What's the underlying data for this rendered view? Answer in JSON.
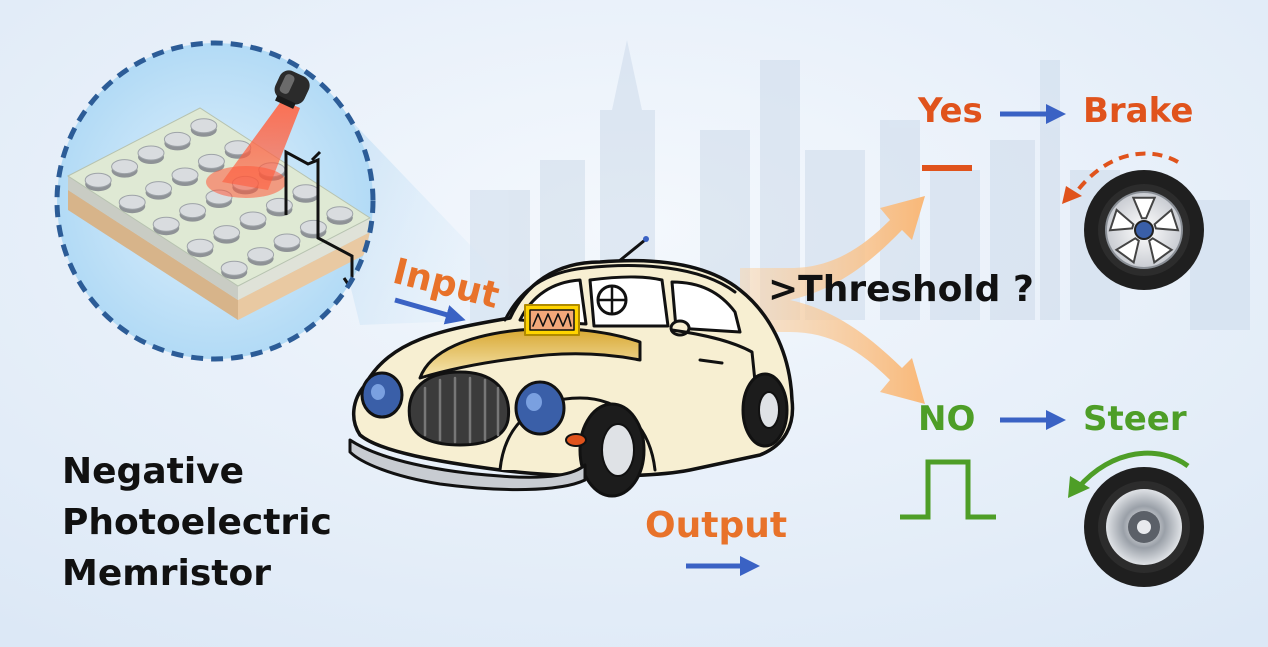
{
  "title": {
    "lines": [
      "Negative",
      "Photoelectric",
      "Memristor"
    ]
  },
  "labels": {
    "input": "Input",
    "output": "Output",
    "threshold": ">Threshold ?",
    "yes": "Yes",
    "no": "NO",
    "brake": "Brake",
    "steer": "Steer"
  },
  "colors": {
    "orange": "#e8722a",
    "blue": "#3a62c4",
    "green": "#4e9e27",
    "red_orange": "#e0531c",
    "car_body": "#f7efd2",
    "background": "#eaf2fb"
  }
}
